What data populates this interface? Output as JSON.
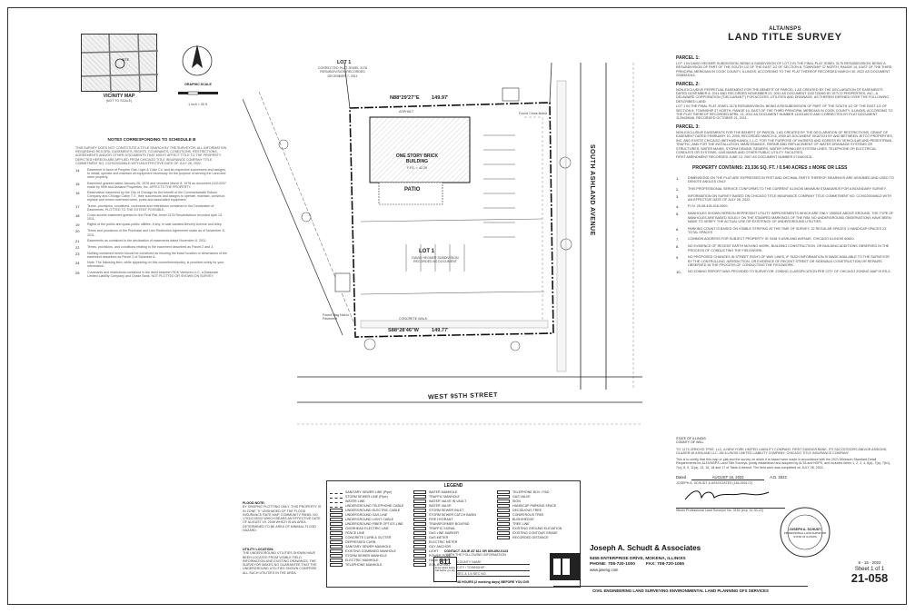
{
  "header": {
    "subtitle": "ALTA/NSPS",
    "title": "LAND TITLE SURVEY"
  },
  "left": {
    "site_label": "SITE",
    "graphic_scale": "GRAPHIC SCALE",
    "scale_text": "1 inch = 30 ft.",
    "vicinity_title": "VICINITY MAP",
    "vicinity_sub": "(NOT TO SCALE)",
    "notes_title": "NOTES CORRESPONDING TO SCHEDULE B",
    "notes_intro": "THIS SURVEY DOES NOT CONSTITUTE A TITLE SEARCH BY THE SURVEYOR. ALL INFORMATION REGARDING RECORD, EASEMENTS, RIGHTS, COVENANTS, CONDITIONS, RESTRICTIONS, AGREEMENTS AND/OR OTHER DOCUMENTS THAT MIGHT AFFECT TITLE TO THE PROPERTY DEPICTED HEREON ARE APPLIED FROM CHICAGO TITLE INSURANCE COMPANY TITLE COMMITMENT NO. CCHI2200406LD WITH AN EFFECTIVE DATE OF JULY 26, 2022.",
    "notes": [
      {
        "num": "14",
        "text": "Easement in favor of Peoples Gas, Light & Coke Co. and its respective successors and assigns, to install, operate and maintain all equipment necessary for the purpose of serving the Land and other property."
      },
      {
        "num": "15",
        "text": "Easement granted dated January 26, 1978 and recorded March 8, 1978 as document 24313207 made by 99th and Ashland Properties, Inc. AFFECTS THE PROPERTY."
      },
      {
        "num": "16",
        "text": "Reservation easement by the City of Chicago for the benefit of the Commonwealth Edison Company and Chicago Cable T.V., their successors and assigns to operate, maintain, construct, replace and renew overhead wires, poles and associated equipment."
      },
      {
        "num": "17",
        "text": "Terms, provisions, conditions, covenants and restrictions contained in the Declaration of Easements. PLOTTED TO THE EXTENT POSSIBLE."
      },
      {
        "num": "18",
        "text": "Cross access easement granted in the Final Plat Jewel 3176 Resubdivision recorded April 13, 2011."
      },
      {
        "num": "19",
        "text": "Rights of the public and quasi-public utilities, if any, in said vacated Beverly Avenue and Alley."
      },
      {
        "num": "20",
        "text": "Terms and provisions of the Purchase and Lien Restriction Agreement made as of November 8, 2011."
      },
      {
        "num": "21",
        "text": "Easements as contained in the declaration of easements dated November 8, 2011."
      },
      {
        "num": "22",
        "text": "Terms, provisions, and conditions relating to the easement described as Parcel 2 and 3."
      },
      {
        "num": "23",
        "text": "Nothing contained herein should be construed as insuring the exact location or dimensions of the easement described as Parcel 2 of Schedule A."
      },
      {
        "num": "24",
        "text": "Note: The following item, while appearing on this commitment/policy, is provided solely for your information."
      },
      {
        "num": "25",
        "text": "Covenants and restrictions contained in the deed between RDK Ventures LLC, a Delaware Limited Liability Company and Chase Bank. NOT PLOTTED OR SHOWN ON SURVEY."
      }
    ]
  },
  "plan": {
    "lot1_top": "LOT 1",
    "lot1_top_sub": "CORRECTED PLAT JEWEL 3176 RESUBDIVISION RECORDED DECEMBER 7, 2011",
    "lot1_bottom": "LOT 1",
    "lot1_bottom_sub": "DAVID HEGNER SUBDIVISION RECORDED AS DOCUMENT",
    "bearing_top": "N88°29'27\"E",
    "dist_top": "149.97'",
    "bearing_bottom": "S88°28'46\"W",
    "dist_bottom": "149.77'",
    "building": "ONE STORY BRICK BUILDING",
    "building_sub": "F.F.E. = 42.29",
    "patio": "PATIO",
    "asphalt": "ASPHALT",
    "street_east": "SOUTH ASHLAND AVENUE",
    "street_south": "WEST 95TH STREET",
    "found_notch": "Found Cross-Notch",
    "found_mag": "Found Mag Nail in Pavement",
    "concrete_walk": "CONCRETE WALK"
  },
  "legend": {
    "title": "LEGEND",
    "items": [
      "SANITARY SEWER LINE (Pipe)",
      "WATER MANHOLE",
      "TELEPHONE BOX / PAD",
      "STORM SEWER LINE (Pipe)",
      "TRAFFIC MANHOLE",
      "GAS VALVE",
      "WATER LINE",
      "WATER VALVE IN VAULT",
      "SIGN",
      "UNDERGROUND TELEPHONE CABLE",
      "WATER VALVE",
      "HANDICAP PARKING SPACE",
      "UNDERGROUND ELECTRIC CABLE",
      "STORM SEWER INLET",
      "DECIDUOUS TREE",
      "UNDERGROUND GAS LINE",
      "STORM SEWER CATCH BASIN",
      "CONIFEROUS TREE",
      "UNDERGROUND LIGHT CABLE",
      "FIRE HYDRANT",
      "BUSH/HEDGE",
      "UNDERGROUND FIBER OPTICS LINE",
      "TRANSFORMER BOX/PAD",
      "TREE LINE",
      "OVERHEAD ELECTRIC LINE",
      "TRAFFIC SIGNAL",
      "EXISTING GROUND ELEVATION",
      "FENCE LINE",
      "GAS LINE MARKER",
      "EXISTING CONTOUR GRADE",
      "CONCRETE CURB & GUTTER",
      "GAS METER",
      "RECORDED DISTANCE",
      "DEPRESSED CURB",
      "ELECTRIC METER",
      "",
      "SANITARY SEWER MANHOLE",
      "GUY ANCHOR",
      "",
      "EXISTING COMBINED MANHOLE",
      "LIGHT",
      "",
      "STORM SEWER MANHOLE",
      "POWER POLE",
      "",
      "ELECTRIC MANHOLE",
      "HAND HOLE",
      "",
      "TELEPHONE MANHOLE",
      "SOIL BORING",
      ""
    ]
  },
  "bottom": {
    "flood_title": "FLOOD NOTE:",
    "flood_text": "BY GRAPHIC PLOTTING ONLY, THIS PROPERTY IS IN ZONE \"X\" UNSHADED OF THE FLOOD INSURANCE RATE MAP, COMMUNITY PANEL NO. 17031C0533J WHICH BEARS AN EFFECTIVE DATE OF AUGUST 19, 2008 WHICH IS AN AREA DETERMINED TO BE AREA OF MINIMAL FLOOD HAZARD.",
    "utility_title": "UTILITY LOCATION:",
    "utility_text": "THE UNDERGROUND UTILITIES SHOWN HAVE BEEN LOCATED FROM VISIBLE FIELD INFORMATION AND EXISTING DRAWINGS. THE SURVEYOR MAKES NO GUARANTEE THAT THE UNDERGROUND UTILITIES SHOWN COMPRISE ALL SUCH UTILITIES IN THE AREA.",
    "contact_title": "CONTACT JULIE AT 811 OR 800-892-0123",
    "contact_sub": "WITH THE FOLLOWING INFORMATION",
    "contact_fields": [
      "COUNTY NAME",
      "CITY / TOWNSHIP",
      "SEC & 1/4 SEC NO."
    ],
    "contact_hours": "48 HOURS (2 working days) BEFORE YOU DIG",
    "call_811": "811",
    "call_sub": "Know what's below. Call before you dig."
  },
  "company": {
    "name": "Joseph A. Schudt & Associates",
    "address": "9455 ENTERPRISE DRIVE, MOKENA, ILLINOIS",
    "phone": "PHONE: 708-720-1000",
    "fax": "FAX: 708-720-1065",
    "web": "www.jaseng.com",
    "services": "CIVIL ENGINEERING  LAND SURVEYING  ENVIRONMENTAL  LAND PLANNING  GFS SERVICES",
    "date": "8 - 15 - 2022",
    "sheet": "Sheet 1 of 1",
    "job": "21-058",
    "seal_name": "JOSEPH A. SCHUDT",
    "seal_sub": "PROFESSIONAL LAND SURVEYOR",
    "seal_state": "STATE OF ILLINOIS"
  },
  "right": {
    "parcels": [
      {
        "head": "PARCEL 1:",
        "text": "LOT 1 IN DAVID HEGNER SUBDIVISION, BEING A SUBDIVISION OF LOT 2 IN THE FINAL PLAT JEWEL 3176 RESUBDIVISION, BEING A RESUBDIVISION OF PART OF THE SOUTH 1/2 OF THE EAST 1/2 OF SECTION 8, TOWNSHIP 37 NORTH, RANGE 14, EAST OF THE THIRD PRINCIPAL MERIDIAN IN COOK COUNTY, ILLINOIS, ACCORDING TO THE PLAT THEREOF RECORDED MARCH 30, 2022 AS DOCUMENT 2208922043."
      },
      {
        "head": "PARCEL 2:",
        "text": "NON-EXCLUSIVE PERPETUAL EASEMENT FOR THE BENEFIT OF PARCEL 1 AS CREATED BY THE DECLARATION OF EASEMENTS DATED NOVEMBER 8, 2011 AND RECORDED NOVEMBER 23, 2011 AS DOCUMENT 1132733060 BY JETCO PROPERTIES, INC., A DELAWARE CORPORATION (\"DECLARANT\") FOR ACCESS, UTILITIES AND DRAINAGE, AS THEREIN DEFINED OVER THE FOLLOWING DESCRIBED LAND:"
      },
      {
        "head": "",
        "text": "LOT 1 IN THE FINAL PLAT JEWEL 3176 RESUBDIVISION, BEING A RESUBDIVISION OF PART OF THE SOUTH 1/2 OF THE EAST 1/2 OF SECTION 8, TOWNSHIP 37 NORTH, RANGE 14, EAST OF THE THIRD PRINCIPAL MERIDIAN IN COOK COUNTY, ILLINOIS, ACCORDING TO THE PLAT THEREOF RECORDED APRIL 13, 2011 AS DOCUMENT NUMBER 1110316070 AND CORRECTED BY PLAT DOCUMENT 1129439046, RECORDED OCTOBER 21, 2011."
      },
      {
        "head": "PARCEL 3:",
        "text": "NON-EXCLUSIVE EASEMENTS FOR THE BENEFIT OF PARCEL 1 AS CREATED BY THE DECLARATION OF RESTRICTIONS, GRANT OF EASEMENT DATED FEBRUARY 10, 2000, RECORDED MARCH 8, 2000 AS DOCUMENT 00167224 BY AND BETWEEN JETCO PROPERTIES, INC. AND EXISTE CHICAGO (BETHASHLAND), L.L.C. FOR THE PURPOSE OF INGRESS AND EGRESS BY VEHICULAR AND PEDESTRIAN TRAFFIC, AND FOR THE INSTALLATION, MAINTENANCE, REPAIR AND REPLACEMENT OF WATER DRAINAGE SYSTEMS OR STRUCTURES, WATER MAINS, STORM DRAINS, SEWERS, WATER SPRINKLER SYSTEM LINES, TELEPHONE OR ELECTRICAL CONDUITS OR SYSTEMS, GAS MAINS AND OTHER PUBLIC UTILITY FACILITIES."
      },
      {
        "head": "",
        "text": "FIRST AMENDMENT RECORDED JUNE 13, 2007 AS DOCUMENT NUMBER 0716403131."
      }
    ],
    "property_contains": "PROPERTY CONTAINS:   23,336 SQ. FT. / 0.540 ACRES ± MORE OR LESS",
    "notes": [
      {
        "num": "1.",
        "text": "DIMENSIONS ON THE PLAT ARE EXPRESSED IN FEET AND DECIMAL PARTS THEREOF. BEARINGS ARE ASSUMED AND USED TO DENOTE ANGLES ONLY."
      },
      {
        "num": "2.",
        "text": "THIS PROFESSIONAL SERVICE CONFORMS TO THE CURRENT ILLINOIS MINIMUM STANDARDS FOR A BOUNDARY SURVEY."
      },
      {
        "num": "3.",
        "text": "INFORMATION ON SURVEY BASED ON CHICAGO TITLE INSURANCE COMPANY TITLE COMMITMENT NO. CCHI2200406LD WITH AN EFFECTIVE DATE OF JULY 26, 2022."
      },
      {
        "num": "4.",
        "text": "P.I.N. 25-08-426-016-0000."
      },
      {
        "num": "5.",
        "text": "MANHOLES SHOWN HEREON REPRESENT UTILITY IMPROVEMENTS WHICH ARE ONLY VISIBLE ABOVE GROUND. THE TYPE OF MANHOLES ARE BASED SOLELY ON THE STAMPED MARKINGS OF THE RIM. NO UNDERGROUND OBSERVATIONS HAVE BEEN MADE TO VERIFY THE ACTUAL USE OR EXISTENCE OF UNDERGROUND UTILITIES."
      },
      {
        "num": "6.",
        "text": "PARKING COUNT IS BASED ON VISIBLE STRIPING AT THE TIME OF SURVEY.   22 REGULAR SPACES   1 HANDICAP SPACES   23 TOTAL SPACES"
      },
      {
        "num": "7.",
        "text": "COMMON ADDRESS FOR SUBJECT PROPERTY IS:   9438 S ASHLAND AVENUE, CHICAGO ILLINOIS 60620."
      },
      {
        "num": "8.",
        "text": "NO EVIDENCE OF RECENT EARTH MOVING WORK, BUILDING CONSTRUCTION, OR BUILDING ADDITIONS OBSERVED IN THE PROCESS OF CONDUCTING THE FIELDWORK."
      },
      {
        "num": "9.",
        "text": "NO PROPOSED CHANGES IN STREET RIGHT OF WAY LINES, IF SUCH INFORMATION IS MADE AVAILABLE TO THE SURVEYOR BY THE CONTROLLING JURISDICTION, OR EVIDENCE OF RECENT STREET OR SIDEWALK CONSTRUCTION OR REPAIRS OBSERVED IN THE PROCESS OF CONDUCTING THE FIELDWORK."
      },
      {
        "num": "10.",
        "text": "NO ZONING REPORT WAS PROVIDED TO SURVEYOR. ZONING CLASSIFICATION PER CITY OF CHICAGO ZONING MAP IS RS-3."
      }
    ],
    "state": "STATE OF ILLINOIS",
    "county": "COUNTY OF WILL",
    "to_text": "TO:   1174 JERICHO TPKE, LLC, A NEW YORK LIMITED LIABILITY COMPANY; FIRST SAVINGS BANK, ITS SUCCESSORS AND/OR ASSIGNS; GLAZIER MI ASHLAND LLC, AN ILLINOIS LIMITED LIABILITY COMPANY; CHICAGO TITLE INSURANCE COMPANY",
    "cert_text": "This is to certify that this map or plat and the survey on which it is based were made in accordance with the 2021 Minimum Standard Detail Requirements for ALTA/NSPS Land Title Surveys, jointly established and adopted by ALTA and NSPS, and includes Items 1, 2, 3, 4, 6(a), 7(a), 7(b1), 7(c), 8, 9, 11(a), 13, 16, 18 and 17 of Table A thereof. The field work was completed on JULY 28, 2022.",
    "dated_label": "Dated",
    "dated_value": "AUGUST 15, 2022",
    "ad": "A.D. 2022",
    "signer": "JOSEPH A. SCHUDT & ASSOCIATES (184-000172)",
    "license": "Illinois Professional Land Surveyor No. 3152 (exp. 11-30-22)"
  }
}
